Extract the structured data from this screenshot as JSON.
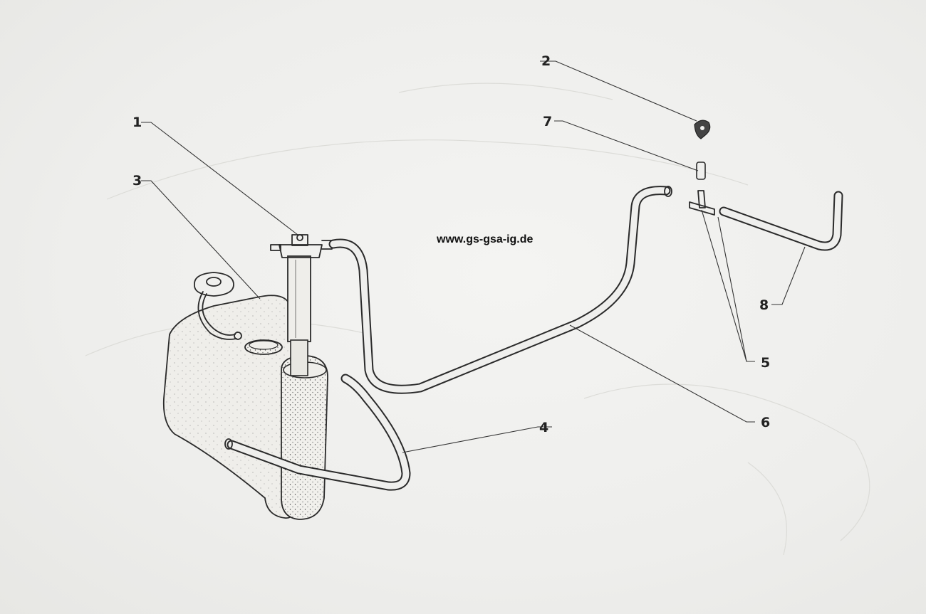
{
  "watermark": "www.gs-gsa-ig.de",
  "callouts": [
    {
      "id": "1",
      "label": "1"
    },
    {
      "id": "2",
      "label": "2"
    },
    {
      "id": "3",
      "label": "3"
    },
    {
      "id": "4",
      "label": "4"
    },
    {
      "id": "5",
      "label": "5"
    },
    {
      "id": "6",
      "label": "6"
    },
    {
      "id": "7",
      "label": "7"
    },
    {
      "id": "8",
      "label": "8"
    }
  ]
}
